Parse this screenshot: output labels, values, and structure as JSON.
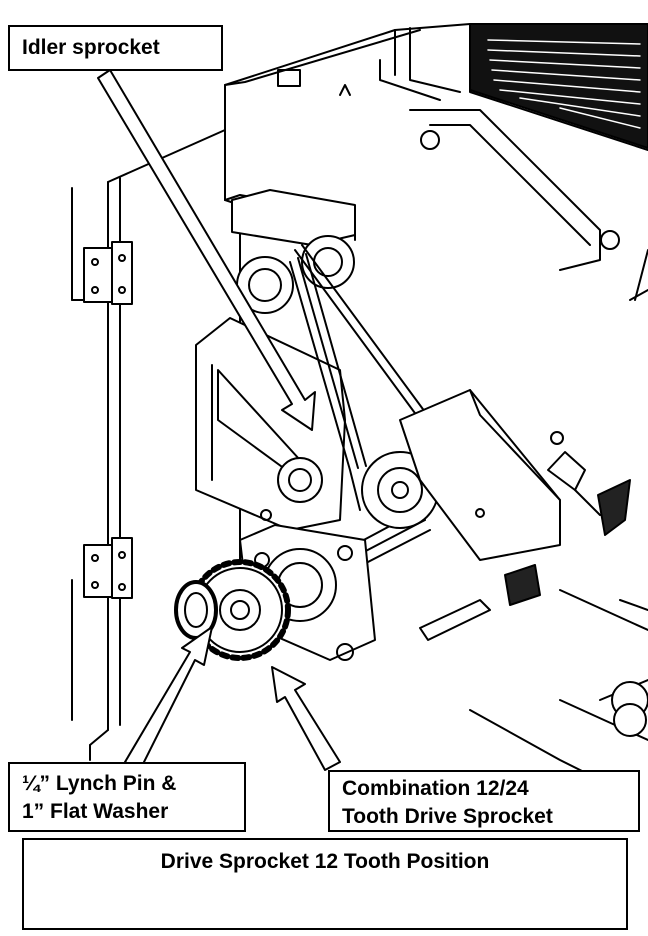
{
  "labels": {
    "idler": "Idler sprocket",
    "lynch_line1": "¼” Lynch Pin &",
    "lynch_line2": "1” Flat Washer",
    "drive_line1": "Combination 12/24",
    "drive_line2": "Tooth Drive Sprocket"
  },
  "caption": "Drive Sprocket 12 Tooth Position",
  "colors": {
    "ink": "#000000",
    "paper": "#ffffff",
    "fill": "#ffffff"
  }
}
